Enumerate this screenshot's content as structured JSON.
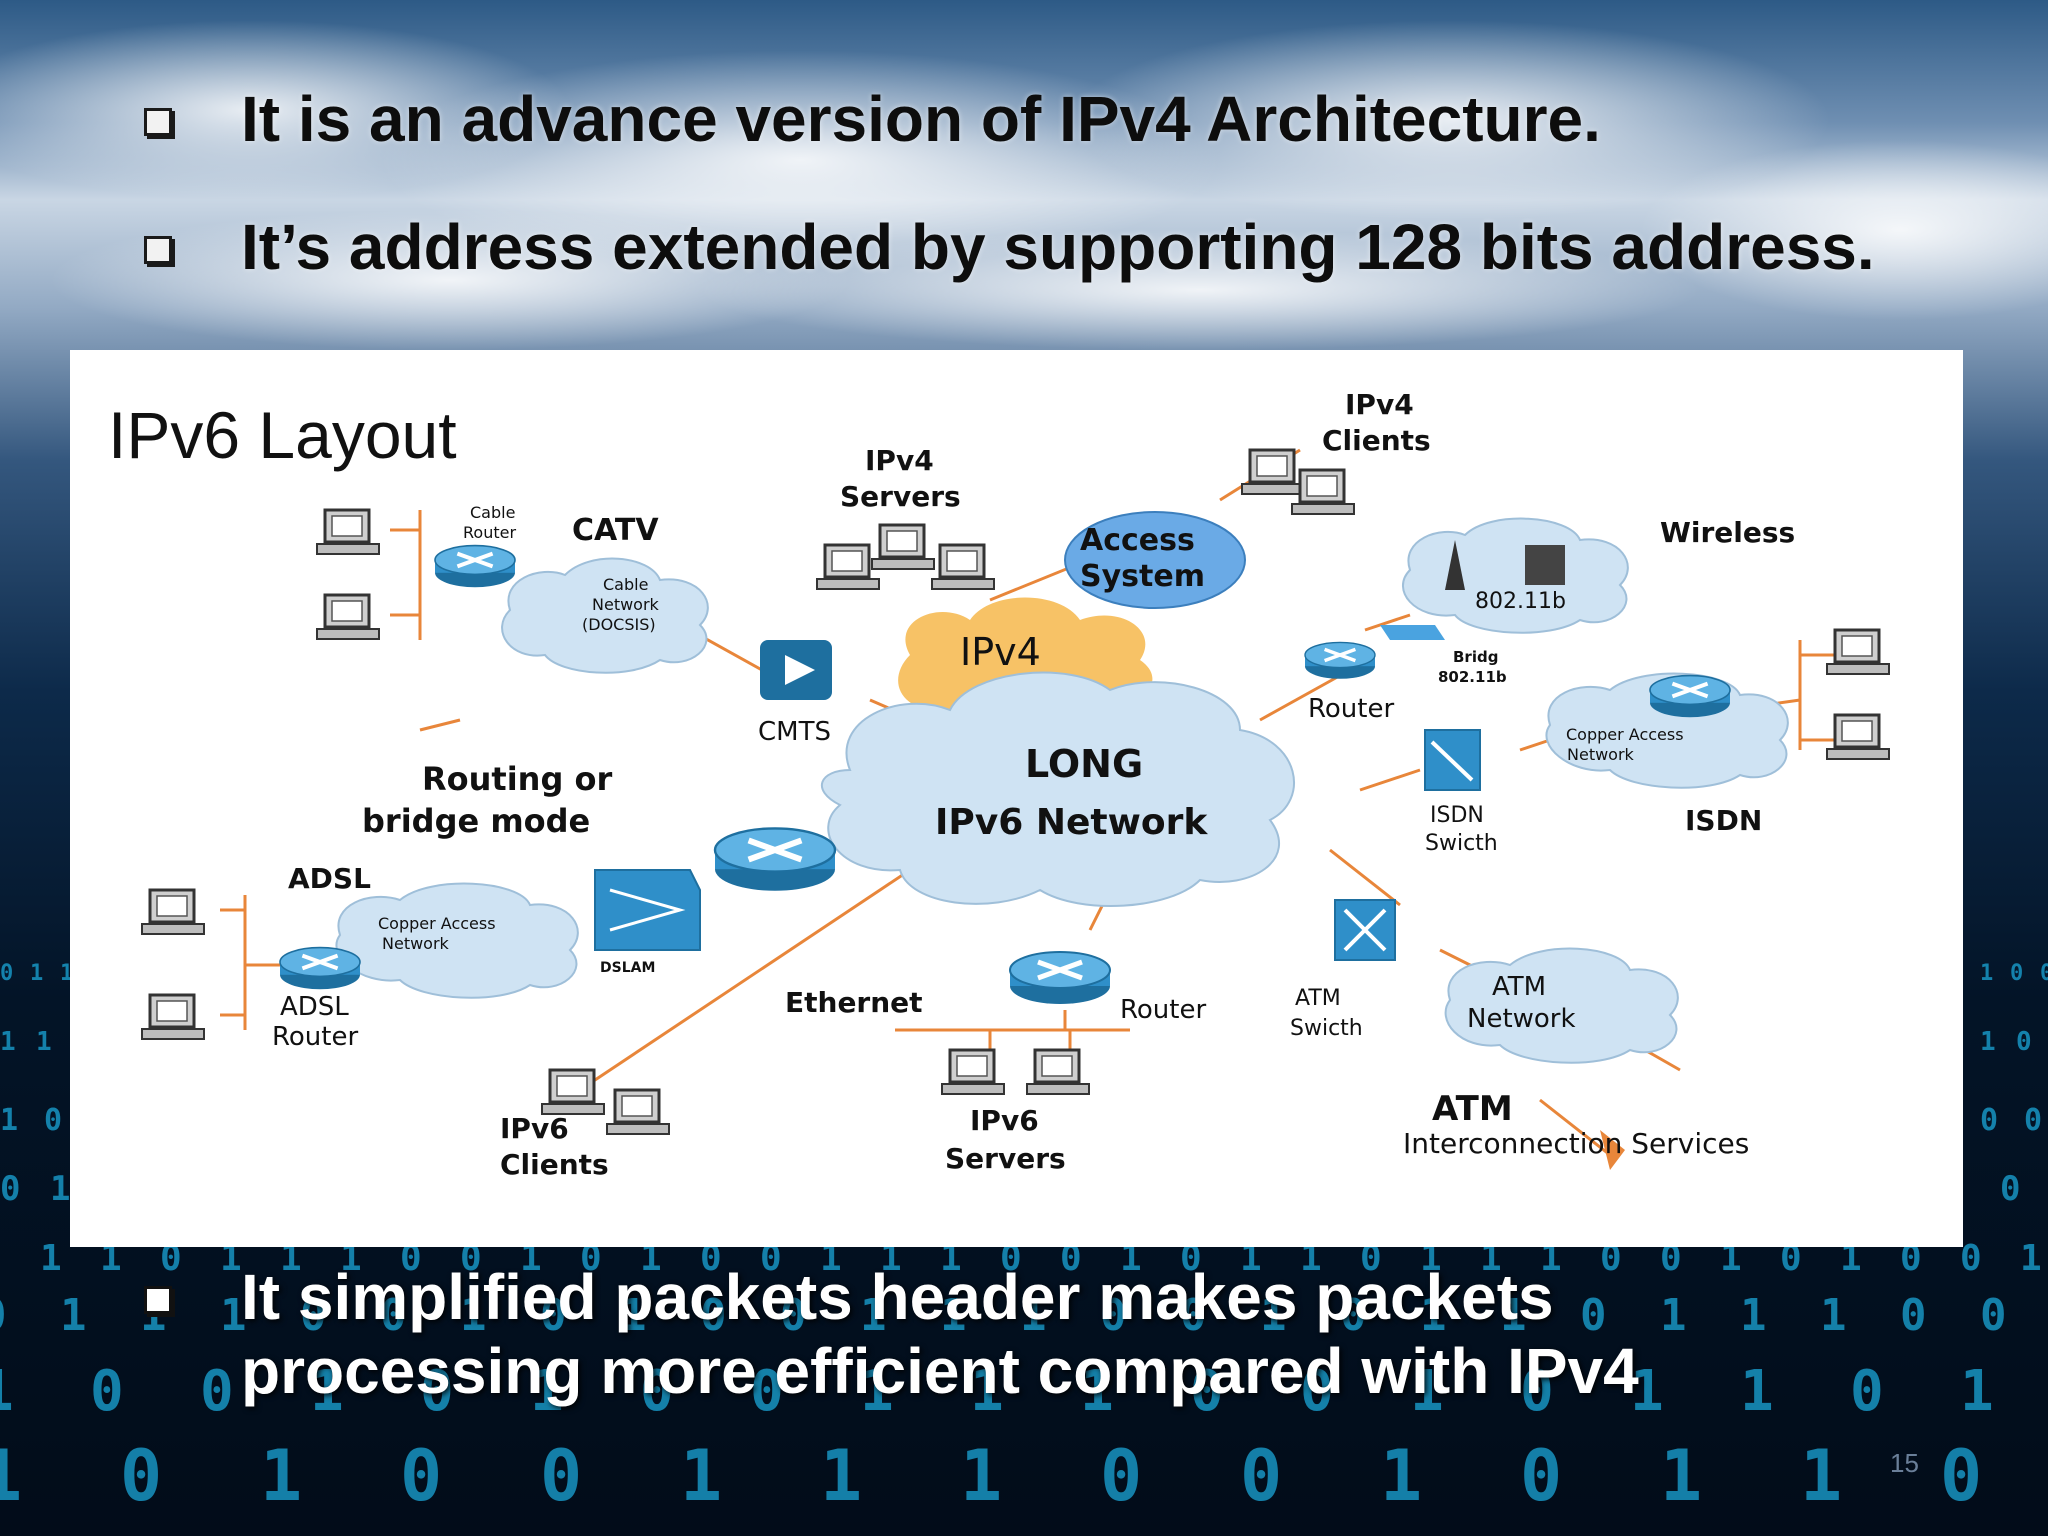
{
  "bullets": [
    "It is an advance version of IPv4 Architecture.",
    "It’s address extended by supporting 128 bits address.",
    "It simplified packets header makes packets processing more efficient  compared with IPv4"
  ],
  "panel_title": "IPv6 Layout",
  "slide_number": "15",
  "diagram": {
    "core_network": [
      "LONG",
      "IPv6   Network"
    ],
    "ipv4_cloud": "IPv4",
    "access_system": [
      "Access",
      "System"
    ],
    "ipv4_servers": [
      "IPv4",
      "Servers"
    ],
    "ipv4_clients": [
      "IPv4",
      "Clients"
    ],
    "catv": "CATV",
    "cable_router": [
      "Cable",
      "Router"
    ],
    "cable_network": [
      "Cable",
      "Network",
      "(DOCSIS)"
    ],
    "cmts": "CMTS",
    "routing_mode": [
      "Routing or",
      "bridge mode"
    ],
    "adsl": "ADSL",
    "adsl_copper": [
      "Copper Access",
      "Network"
    ],
    "adsl_router": [
      "ADSL",
      "Router"
    ],
    "dslam": "DSLAM",
    "ethernet": "Ethernet",
    "router_ethernet": "Router",
    "ipv6_clients": [
      "IPv6",
      "Clients"
    ],
    "ipv6_servers": [
      "IPv6",
      "Servers"
    ],
    "wireless": "Wireless",
    "wifi": "802.11b",
    "bridge": [
      "Bridg",
      "802.11b"
    ],
    "router_wireless": "Router",
    "isdn_copper": [
      "Copper Access",
      "Network"
    ],
    "isdn": "ISDN",
    "isdn_switch": [
      "ISDN",
      "Swicth"
    ],
    "atm_switch": [
      "ATM",
      "Swicth"
    ],
    "atm_network": [
      "ATM",
      "Network"
    ],
    "atm": "ATM",
    "atm_services": "Interconnection Services"
  },
  "colors": {
    "link": "#e8863a",
    "cloud_fill": "#cfe3f3",
    "ipv4_cloud_fill": "#f7c266",
    "access_fill": "#6aaae6",
    "router_fill": "#2f8fc9"
  }
}
